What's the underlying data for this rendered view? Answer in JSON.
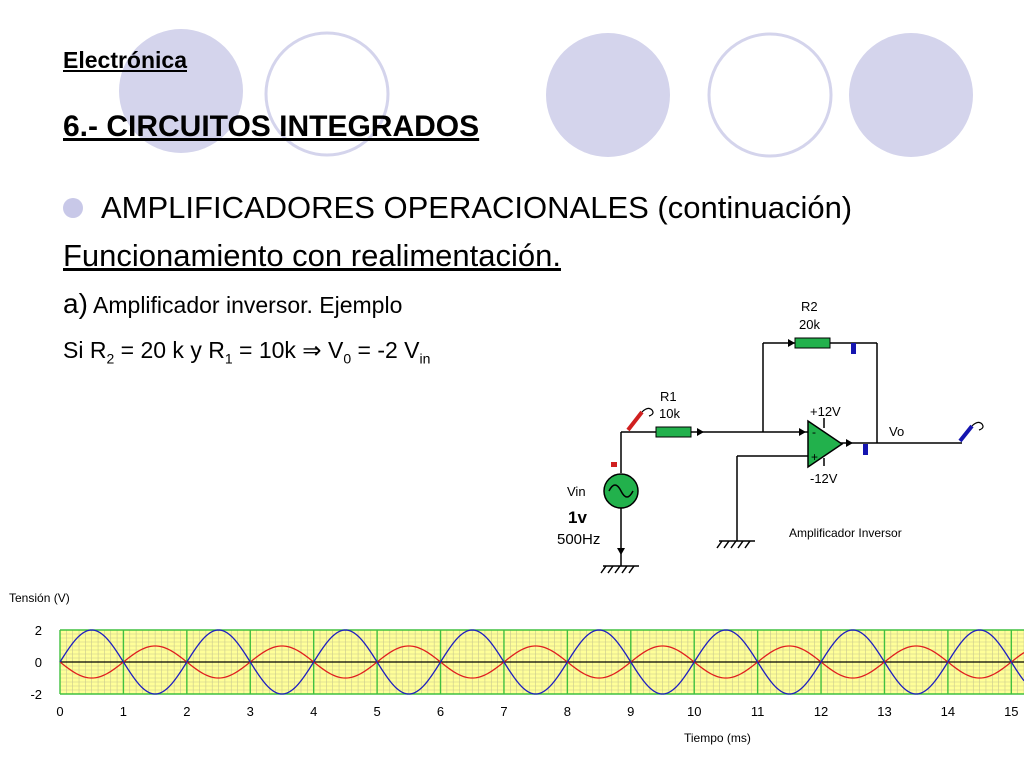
{
  "header": {
    "subject": "Electrónica",
    "title": "6.- CIRCUITOS INTEGRADOS"
  },
  "content": {
    "bullet": "AMPLIFICADORES OPERACIONALES (continuación)",
    "subheading": "Funcionamiento con realimentación.",
    "item_letter": "a)",
    "item_text": " Amplificador inversor. Ejemplo",
    "formula": {
      "p1": "Si R",
      "s1": "2",
      "p2": " = 20 k y R",
      "s2": "1",
      "p3": " = 10k ⇒ V",
      "s3": "0",
      "p4": " = -2 V",
      "s4": "in"
    }
  },
  "circuit": {
    "r2_name": "R2",
    "r2_value": "20k",
    "r1_name": "R1",
    "r1_value": "10k",
    "vpos": "+12V",
    "vneg": "-12V",
    "vout": "Vo",
    "vin": "Vin",
    "amp": "1v",
    "freq": "500Hz",
    "caption": "Amplificador Inversor",
    "minus_sign": "-",
    "plus_sign": "+"
  },
  "chart_data": {
    "type": "line",
    "ylabel": "Tensión (V)",
    "xlabel": "Tiempo (ms)",
    "xlim": [
      0,
      15.2
    ],
    "ylim": [
      -2,
      2
    ],
    "x_ticks": [
      "0",
      "1",
      "2",
      "3",
      "4",
      "5",
      "6",
      "7",
      "8",
      "9",
      "10",
      "11",
      "12",
      "13",
      "14",
      "15"
    ],
    "y_ticks": [
      "2",
      "0",
      "-2"
    ],
    "grid": true,
    "frequency_hz": 500,
    "series": [
      {
        "amplitude": 1,
        "phase": "inverted",
        "color": "#e02020"
      },
      {
        "amplitude": 2,
        "phase": "normal",
        "color": "#2020c0"
      }
    ],
    "colors": {
      "background": "#ffff99",
      "grid_minor": "#c8c890",
      "grid_major": "#40c040",
      "axis": "#000000"
    }
  },
  "colors": {
    "deco_fill": "#d4d4ec",
    "deco_stroke": "#d4d4ec",
    "opamp": "#22b14c",
    "resistor": "#22b14c",
    "probe": "#1515b0"
  }
}
